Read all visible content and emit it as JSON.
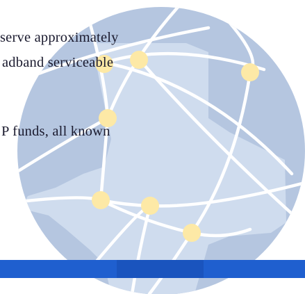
{
  "document": {
    "lines": [
      "serve approximately",
      "adband  serviceable",
      "P  funds,  all  known"
    ]
  },
  "colors": {
    "globe": "#b5c6e0",
    "state": "#cfdcee",
    "arcs": "#ffffff",
    "nodes": "#fde9a6",
    "band": "#1f5fcf",
    "text": "#1a1a2e"
  }
}
